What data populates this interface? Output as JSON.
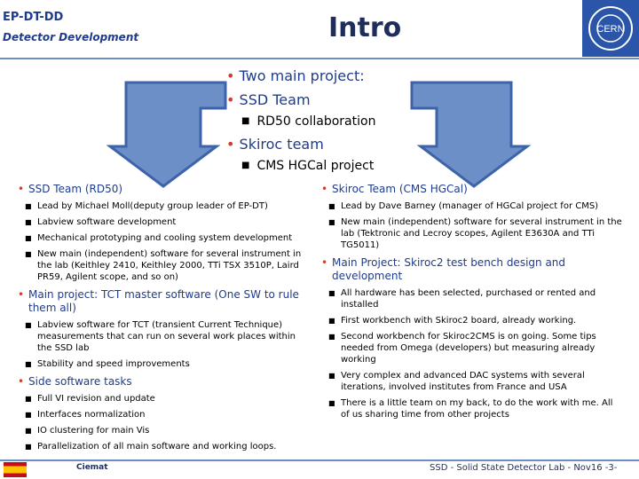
{
  "header": {
    "org": "EP-DT-DD",
    "dept": "Detector Development",
    "title": "Intro",
    "logo_text": "CERN"
  },
  "top": {
    "main": "Two main project:",
    "ssd": "SSD Team",
    "rd50": "RD50 collaboration",
    "skiroc": "Skiroc team",
    "cms": "CMS HGCal project"
  },
  "left": {
    "h1": "SSD Team (RD50)",
    "h1_items": [
      "Lead by Michael Moll(deputy group leader of EP-DT)",
      "Labview software development",
      "Mechanical prototyping and cooling system development",
      "New main (independent) software for several instrument in the lab (Keithley 2410, Keithley 2000, TTi TSX 3510P, Laird PR59, Agilent scope, and so on)"
    ],
    "h2": "Main project: TCT master software (One SW to rule them all)",
    "h2_items": [
      "Labview software for TCT (transient Current Technique) measurements that can run on several work places within the SSD lab",
      "Stability and speed improvements"
    ],
    "h3": "Side software tasks",
    "h3_items": [
      "Full VI revision and update",
      "Interfaces normalization",
      "IO clustering for main Vis",
      "Parallelization of all main software and working loops."
    ]
  },
  "right": {
    "h1": "Skiroc Team (CMS HGCal)",
    "h1_items": [
      "Lead by Dave Barney (manager of HGCal project for CMS)",
      "New main (independent) software for several instrument in the lab (Tektronic and Lecroy scopes, Agilent E3630A and TTi TG5011)"
    ],
    "h2": "Main Project: Skiroc2 test bench design and development",
    "h2_items": [
      "All hardware has been selected, purchased or rented and installed",
      "First workbench with Skiroc2 board, already working.",
      "Second workbench for Skiroc2CMS is on going. Some tips needed from Omega (developers) but measuring already working",
      "Very complex and advanced DAC systems with several iterations, involved institutes from France and USA",
      "There is a little team on my back, to do the work with me. All of us sharing time from other projects"
    ]
  },
  "footer": {
    "left_logo": "Ciemat",
    "text": "SSD - Solid State Detector Lab - Nov16 -3-"
  },
  "colors": {
    "arrow_fill": "#6d8fc8",
    "arrow_stroke": "#3d63a8",
    "heading": "#1f3c8c",
    "bullet": "#d23a2a"
  }
}
